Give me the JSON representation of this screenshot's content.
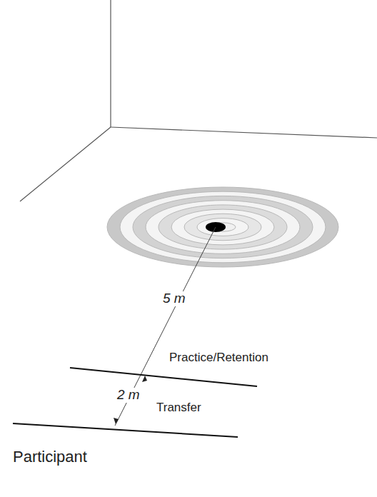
{
  "diagram": {
    "labels": [
      "5 m",
      "Practice/Retention",
      "2 m",
      "Transfer",
      "Participant"
    ]
  }
}
